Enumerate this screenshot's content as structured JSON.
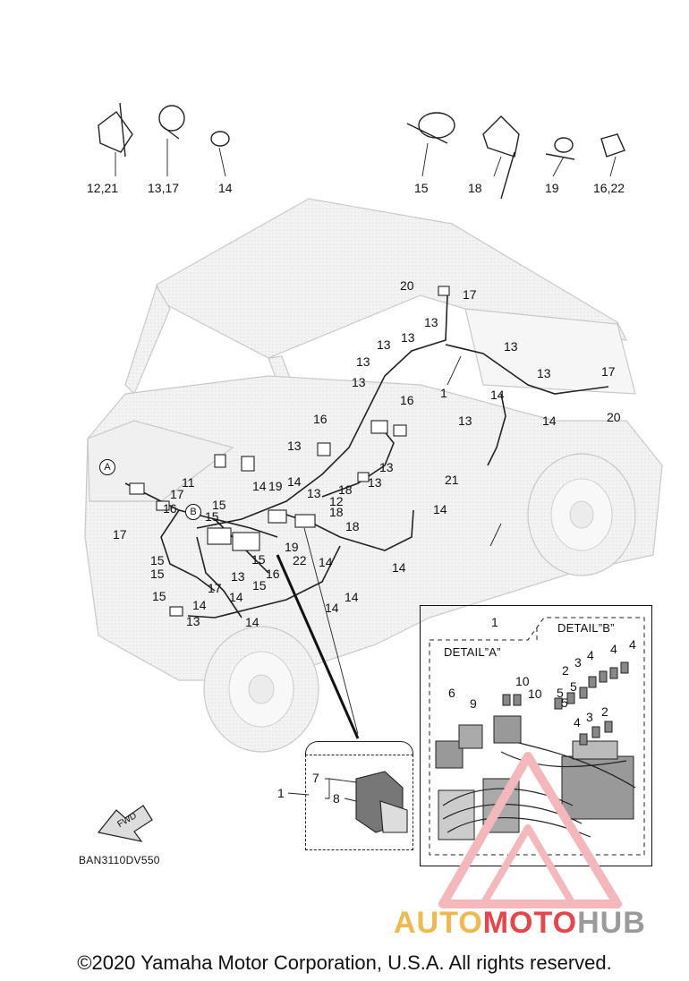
{
  "diagram": {
    "top_parts": [
      "12,21",
      "13,17",
      "14",
      "15",
      "18",
      "19",
      "16,22"
    ],
    "callouts": [
      "20",
      "17",
      "13",
      "13",
      "13",
      "13",
      "1",
      "13",
      "13",
      "13",
      "17",
      "20",
      "16",
      "14",
      "13",
      "14",
      "16",
      "13",
      "21",
      "13",
      "13",
      "11",
      "14",
      "19",
      "14",
      "13",
      "17",
      "17",
      "16",
      "15",
      "15",
      "12",
      "18",
      "14",
      "18",
      "19",
      "22",
      "18",
      "14",
      "15",
      "15",
      "15",
      "13",
      "15",
      "16",
      "14",
      "17",
      "14",
      "15",
      "14",
      "13",
      "14",
      "14",
      "14"
    ],
    "marker_a": "A",
    "marker_b": "B",
    "inset_callouts": [
      "1",
      "7",
      "8"
    ],
    "detail_a_title": "DETAIL”A”",
    "detail_b_title": "DETAIL”B”",
    "detail_callouts": [
      "1",
      "6",
      "9",
      "10",
      "10",
      "2",
      "3",
      "4",
      "4",
      "4",
      "5",
      "5",
      "5",
      "4",
      "3",
      "2"
    ],
    "fwd_label": "FWD",
    "drawing_code": "BAN3110DV550"
  },
  "watermark": {
    "part1": "AUTO",
    "part2": "MOTO",
    "part3": "HUB"
  },
  "copyright": "©2020 Yamaha Motor Corporation, U.S.A. All rights reserved."
}
